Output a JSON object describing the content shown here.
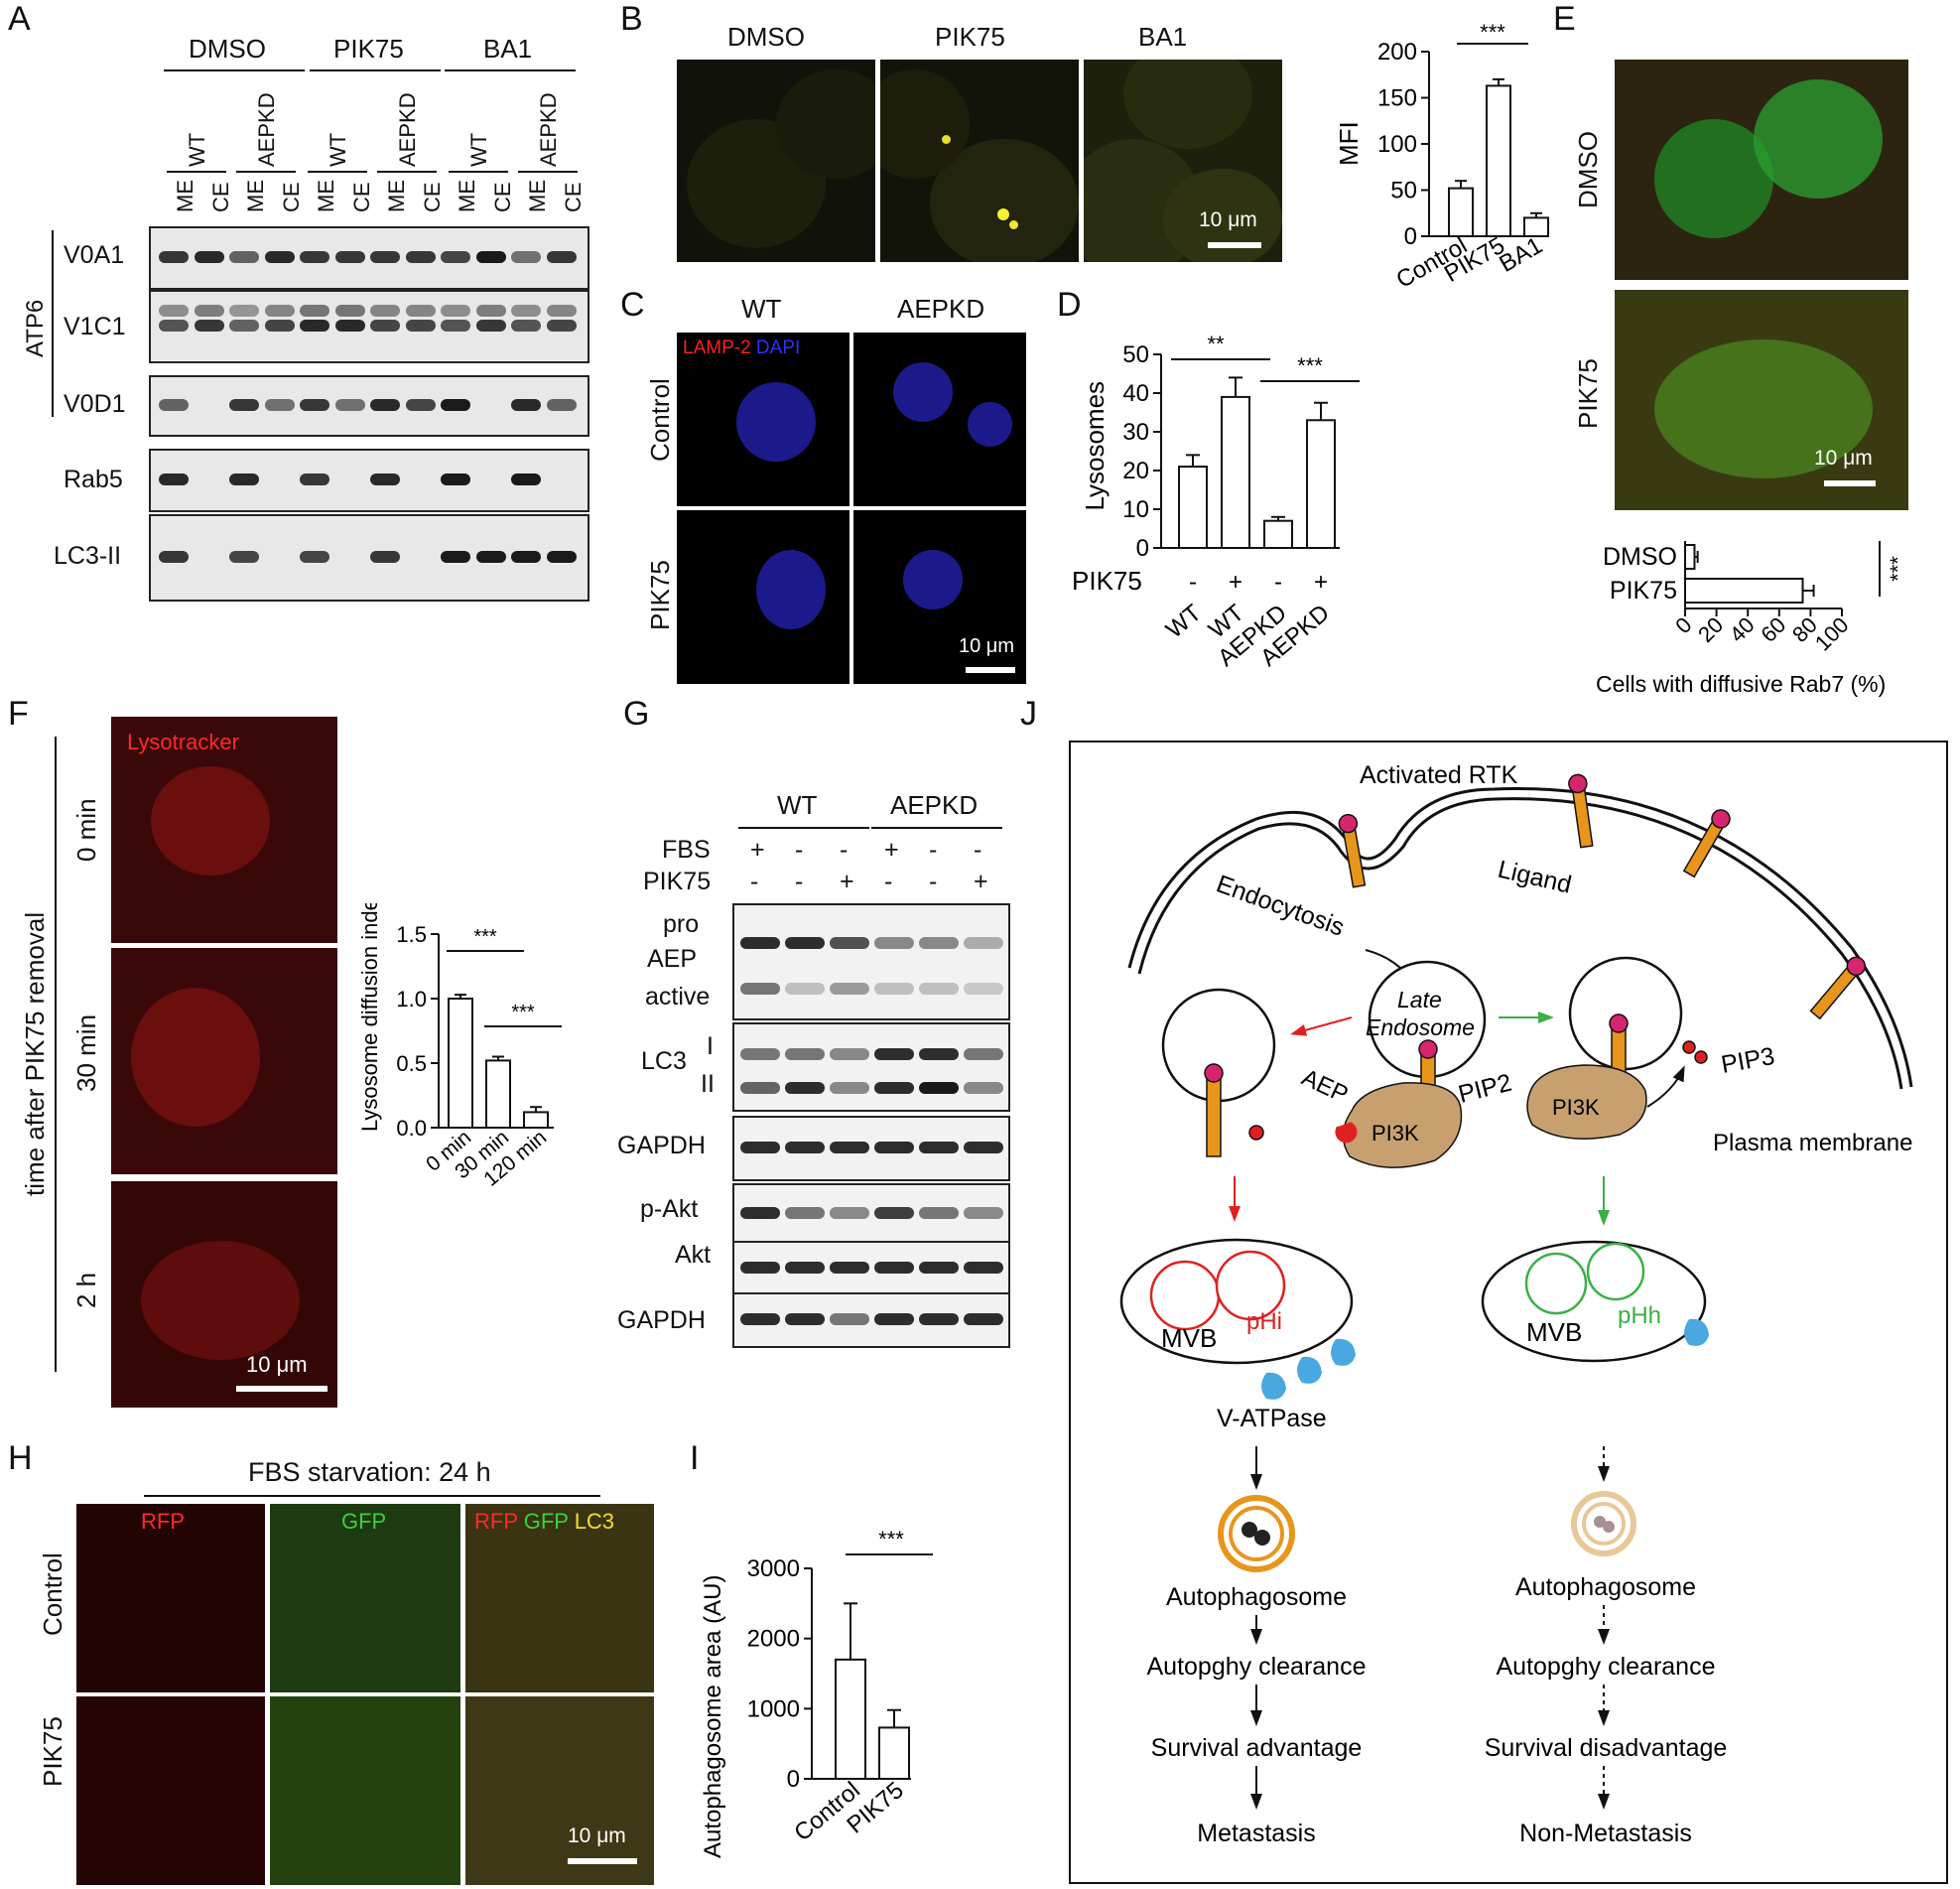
{
  "panelA": {
    "label": "A",
    "groups": [
      "DMSO",
      "PIK75",
      "BA1"
    ],
    "subgroups": [
      "WT",
      "AEPKD",
      "WT",
      "AEPKD",
      "WT",
      "AEPKD"
    ],
    "lanes": [
      "ME",
      "CE",
      "ME",
      "CE",
      "ME",
      "CE",
      "ME",
      "CE",
      "ME",
      "CE",
      "ME",
      "CE"
    ],
    "atp6": "ATP6",
    "rows": [
      "V0A1",
      "V1C1",
      "V0D1",
      "Rab5",
      "LC3-II"
    ]
  },
  "panelB": {
    "label": "B",
    "images": [
      "DMSO",
      "PIK75",
      "BA1"
    ],
    "scale": "10 μm",
    "chart_data": {
      "type": "bar",
      "categories": [
        "Control",
        "PIK75",
        "BA1"
      ],
      "values": [
        52,
        163,
        20
      ],
      "errors": [
        8,
        7,
        5
      ],
      "ylabel": "MFI",
      "ylim": [
        0,
        200
      ],
      "yticks": [
        "0",
        "50",
        "100",
        "150",
        "200"
      ],
      "significance": "***"
    }
  },
  "panelC": {
    "label": "C",
    "cols": [
      "WT",
      "AEPKD"
    ],
    "rows": [
      "Control",
      "PIK75"
    ],
    "stain1": "LAMP-2",
    "stain2": "DAPI",
    "scale": "10 μm"
  },
  "panelD": {
    "label": "D",
    "chart_data": {
      "type": "bar",
      "categories": [
        "WT",
        "WT",
        "AEPKD",
        "AEPKD"
      ],
      "pik75": [
        "-",
        "+",
        "-",
        "+"
      ],
      "values": [
        21,
        39,
        7,
        33
      ],
      "errors": [
        3,
        5,
        1,
        4.5
      ],
      "ylabel": "Lysosomes",
      "rowlabel": "PIK75",
      "ylim": [
        0,
        50
      ],
      "yticks": [
        "0",
        "10",
        "20",
        "30",
        "40",
        "50"
      ],
      "significance": [
        "**",
        "***"
      ]
    }
  },
  "panelE": {
    "label": "E",
    "images": [
      "DMSO",
      "PIK75"
    ],
    "scale": "10 μm",
    "chart_data": {
      "type": "bar",
      "orientation": "horizontal",
      "categories": [
        "DMSO",
        "PIK75"
      ],
      "values": [
        6,
        75
      ],
      "errors": [
        2,
        7
      ],
      "xlabel": "Cells with diffusive Rab7 (%)",
      "xlim": [
        0,
        100
      ],
      "xticks": [
        "0",
        "20",
        "40",
        "60",
        "80",
        "100"
      ],
      "significance": "***"
    }
  },
  "panelF": {
    "label": "F",
    "axis": "time after PIK75 removal",
    "stain": "Lysotracker",
    "times": [
      "0 min",
      "30 min",
      "2 h"
    ],
    "scale": "10 μm",
    "chart_data": {
      "type": "bar",
      "categories": [
        "0 min",
        "30 min",
        "120 min"
      ],
      "values": [
        1.0,
        0.52,
        0.12
      ],
      "errors": [
        0.03,
        0.03,
        0.04
      ],
      "ylabel": "Lysosome diffusion index",
      "ylim": [
        0,
        1.5
      ],
      "yticks": [
        "0.0",
        "0.5",
        "1.0",
        "1.5"
      ],
      "significance": [
        "***",
        "***"
      ]
    }
  },
  "panelG": {
    "label": "G",
    "groups": [
      "WT",
      "AEPKD"
    ],
    "fbs_label": "FBS",
    "pik_label": "PIK75",
    "fbs": [
      "+",
      "-",
      "-",
      "+",
      "-",
      "-"
    ],
    "pik": [
      "-",
      "-",
      "+",
      "-",
      "-",
      "+"
    ],
    "aep": [
      "pro",
      "AEP",
      "active"
    ],
    "lc3": "LC3",
    "lc3_i": "I",
    "lc3_ii": "II",
    "rows": [
      "GAPDH",
      "p-Akt",
      "Akt",
      "GAPDH"
    ]
  },
  "panelH": {
    "label": "H",
    "title": "FBS starvation: 24 h",
    "cols": [
      "RFP",
      "GFP"
    ],
    "merge": [
      "RFP",
      "GFP",
      "LC3"
    ],
    "rows": [
      "Control",
      "PIK75"
    ],
    "scale": "10 μm"
  },
  "panelI": {
    "label": "I",
    "chart_data": {
      "type": "bar",
      "categories": [
        "Control",
        "PIK75"
      ],
      "values": [
        1700,
        730
      ],
      "errors": [
        800,
        250
      ],
      "ylabel": "Autophagosome area (AU)",
      "ylim": [
        0,
        3000
      ],
      "yticks": [
        "0",
        "1000",
        "2000",
        "3000"
      ],
      "significance": "***"
    }
  },
  "panelJ": {
    "label": "J",
    "activated_rtk": "Activated RTK",
    "ligand": "Ligand",
    "endocytosis": "Endocytosis",
    "late_endosome_1": "Late",
    "late_endosome_2": "Endosome",
    "aep": "AEP",
    "pip2": "PIP2",
    "pip3": "PIP3",
    "pi3k": "PI3K",
    "plasma_membrane": "Plasma membrane",
    "mvb": "MVB",
    "phi": "pHi",
    "phh": "pHh",
    "vatpase": "V-ATPase",
    "left_chain": [
      "Autophagosome",
      "Autopghy clearance",
      "Survival advantage",
      "Metastasis"
    ],
    "right_chain": [
      "Autophagosome",
      "Autopghy clearance",
      "Survival disadvantage",
      "Non-Metastasis"
    ],
    "colors": {
      "red": "#e02020",
      "green": "#3cb043",
      "orange": "#e8951c",
      "blue": "#4aa8e0",
      "pink": "#d6256e",
      "pi3k": "#c8a070"
    }
  }
}
